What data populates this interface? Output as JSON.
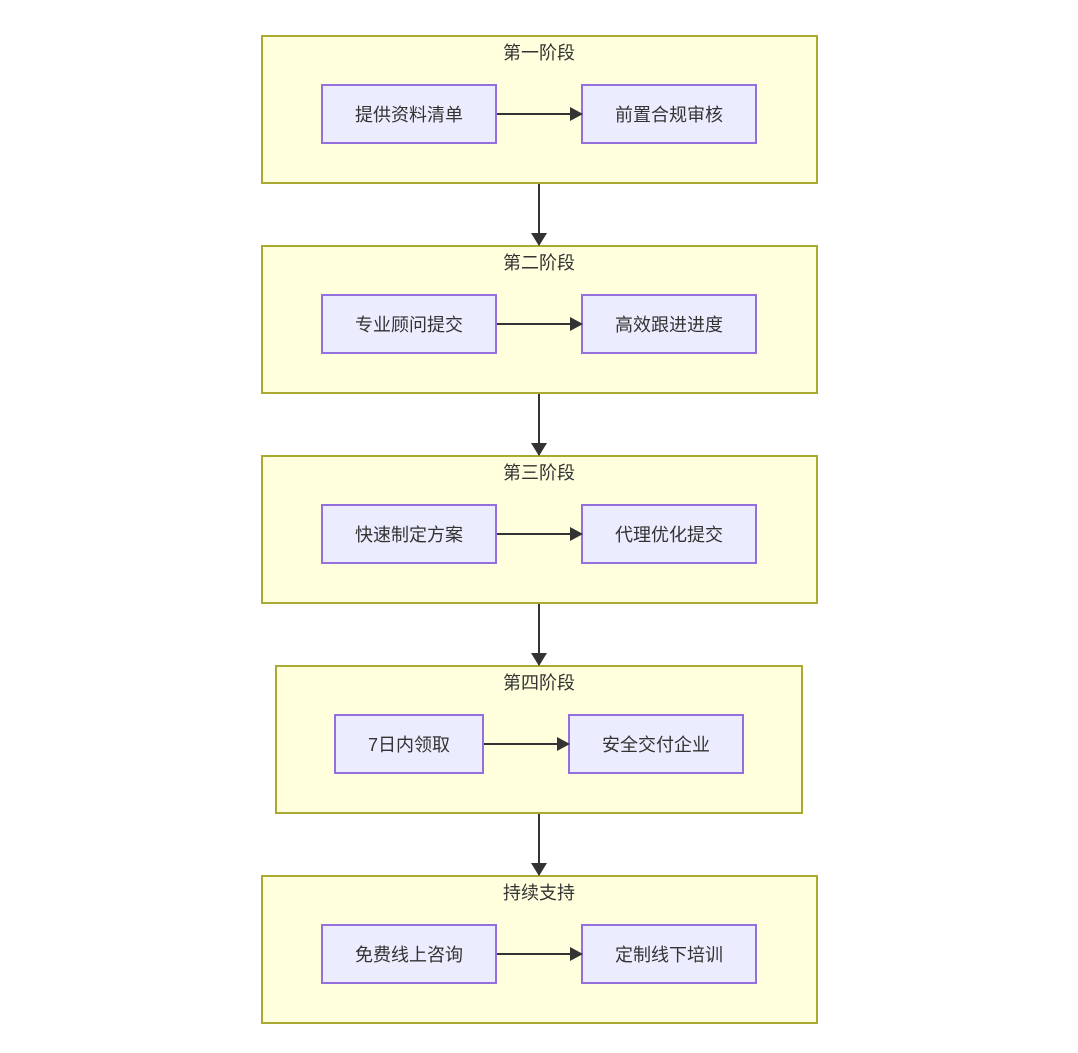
{
  "diagram": {
    "type": "flowchart",
    "direction": "top-down",
    "colors": {
      "background": "#ffffff",
      "stage_fill": "#ffffde",
      "stage_border": "#aaaa33",
      "node_fill": "#ECECFF",
      "node_border": "#9370DB",
      "arrow": "#333333",
      "text": "#333333"
    },
    "stages": [
      {
        "title": "第一阶段",
        "left_node": "提供资料清单",
        "right_node": "前置合规审核"
      },
      {
        "title": "第二阶段",
        "left_node": "专业顾问提交",
        "right_node": "高效跟进进度"
      },
      {
        "title": "第三阶段",
        "left_node": "快速制定方案",
        "right_node": "代理优化提交"
      },
      {
        "title": "第四阶段",
        "left_node": "7日内领取",
        "right_node": "安全交付企业"
      },
      {
        "title": "持续支持",
        "left_node": "免费线上咨询",
        "right_node": "定制线下培训"
      }
    ]
  }
}
